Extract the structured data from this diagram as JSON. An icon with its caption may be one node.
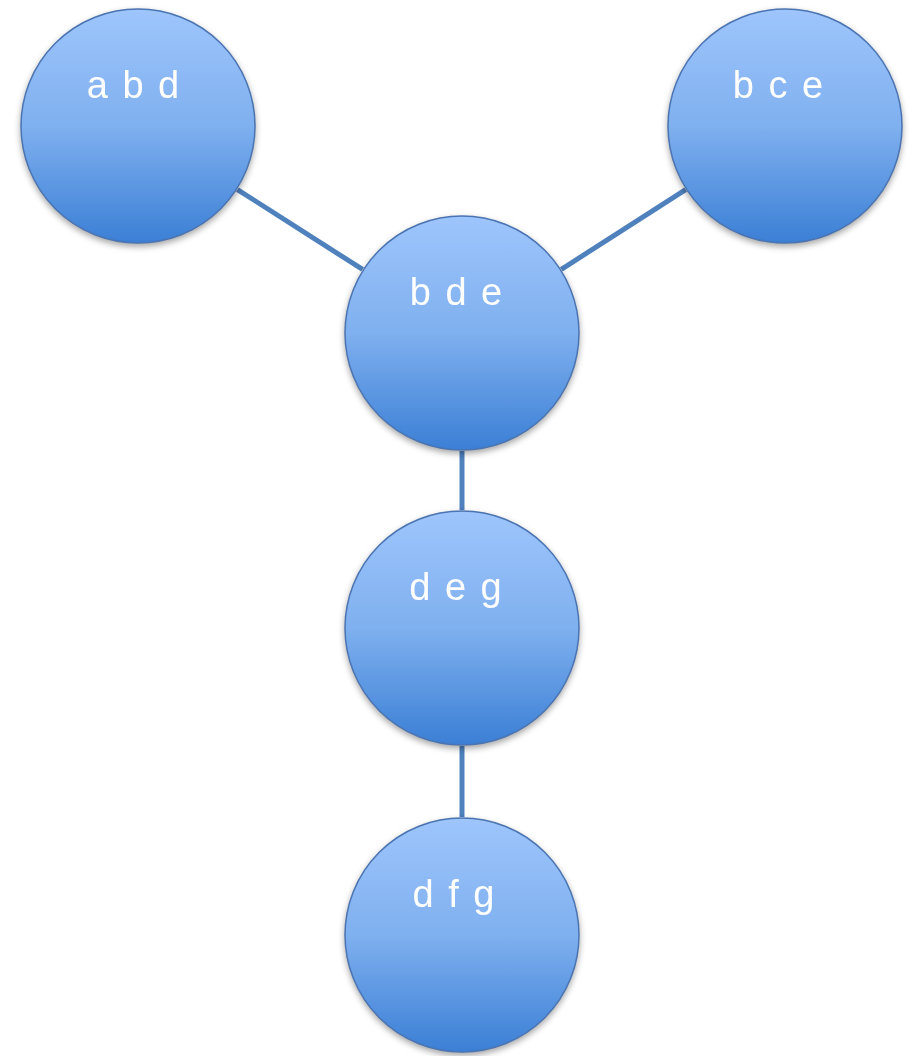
{
  "diagram": {
    "nodes": [
      {
        "text": [
          "a b d"
        ]
      },
      {
        "text": [
          "b c e"
        ]
      },
      {
        "text": [
          "b d e"
        ]
      },
      {
        "text": [
          "d e g"
        ]
      },
      {
        "text": [
          "d f g"
        ]
      }
    ],
    "edges": [
      {
        "from": 0,
        "to": 2,
        "arrow": "none"
      },
      {
        "from": 1,
        "to": 2,
        "arrow": "none"
      },
      {
        "from": 2,
        "to": 3,
        "arrow": "none"
      },
      {
        "from": 3,
        "to": 4,
        "arrow": "none"
      }
    ]
  }
}
